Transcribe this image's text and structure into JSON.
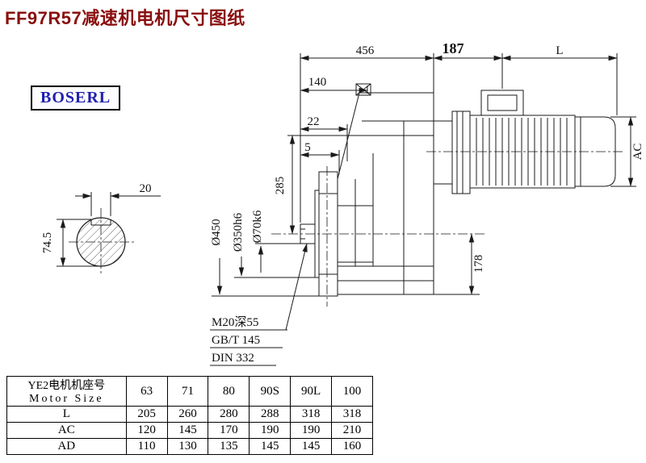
{
  "title": "FF97R57减速机电机尺寸图纸",
  "logo": "BOSERL",
  "dims": {
    "d456": "456",
    "d187": "187",
    "dL": "L",
    "d140": "140",
    "d22": "22",
    "d5": "5",
    "d285": "285",
    "dAC": "AC",
    "d178": "178",
    "d450": "Ø450",
    "d350": "Ø350h6",
    "d70": "Ø70k6",
    "d20": "20",
    "d745": "74.5",
    "note1": "M20深55",
    "note2": "GB/T 145",
    "note3": "DIN 332"
  },
  "table": {
    "size_header_cn": "YE2电机机座号",
    "size_header_en": "Motor Size",
    "sizes": [
      "63",
      "71",
      "80",
      "90S",
      "90L",
      "100"
    ],
    "rows": [
      {
        "label": "L",
        "values": [
          "205",
          "260",
          "280",
          "288",
          "318",
          "318"
        ]
      },
      {
        "label": "AC",
        "values": [
          "120",
          "145",
          "170",
          "190",
          "190",
          "210"
        ]
      },
      {
        "label": "AD",
        "values": [
          "110",
          "130",
          "135",
          "145",
          "145",
          "160"
        ]
      }
    ]
  },
  "colors": {
    "title": "#8a0f0f",
    "logo_text": "#2020b0",
    "line": "#1a1a1a"
  }
}
